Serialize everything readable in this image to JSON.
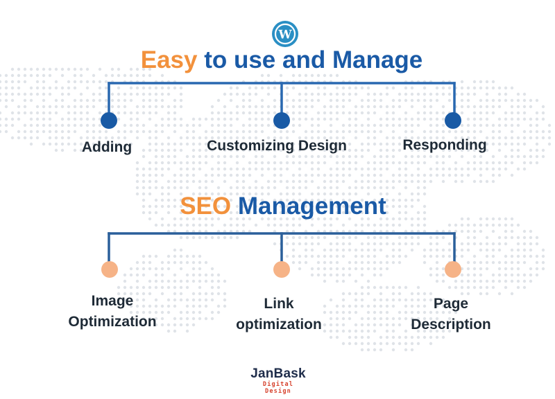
{
  "header": {
    "logo_icon": "wordpress-logo-icon",
    "title_highlight": "Easy",
    "title_rest": " to use and Manage"
  },
  "group1": {
    "items": [
      {
        "label": "Adding"
      },
      {
        "label": "Customizing Design"
      },
      {
        "label": "Responding"
      }
    ],
    "dot_color": "#195aa5"
  },
  "seo": {
    "title_highlight": "SEO",
    "title_rest": " Management",
    "items": [
      {
        "line1": "Image",
        "line2": "Optimization"
      },
      {
        "line1": "Link",
        "line2": "optimization"
      },
      {
        "line1": "Page",
        "line2": "Description"
      }
    ],
    "dot_color": "#f6b387"
  },
  "colors": {
    "accent_orange": "#f2913c",
    "primary_blue": "#1a5aa6"
  },
  "brand": {
    "name": "JanBask",
    "sub": "Digital Design"
  }
}
